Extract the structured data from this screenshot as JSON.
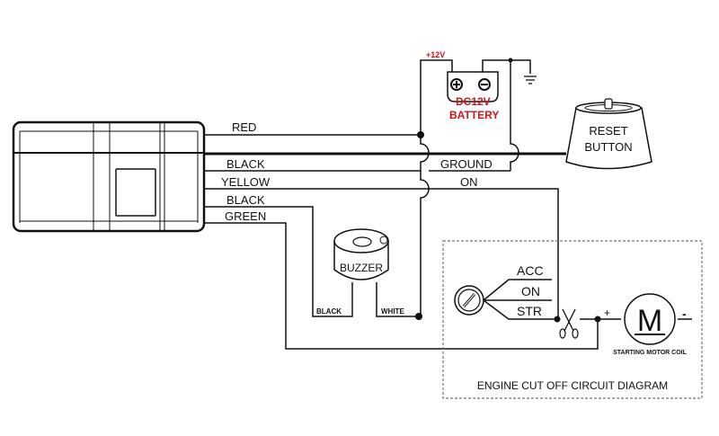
{
  "title": "Engine cut off wiring diagram",
  "wires": {
    "red": "RED",
    "black1": "BLACK",
    "yellow": "YELLOW",
    "black2": "BLACK",
    "green": "GREEN",
    "ground": "GROUND",
    "on": "ON"
  },
  "battery": {
    "positive_label": "+12V",
    "voltage": "DC12V",
    "name": "BATTERY",
    "plus_icon": "plus-circle-icon",
    "minus_icon": "minus-circle-icon"
  },
  "reset_button": {
    "line1": "RESET",
    "line2": "BUTTON"
  },
  "buzzer": {
    "name": "BUZZER",
    "black": "BLACK",
    "white": "WHITE"
  },
  "ignition": {
    "acc": "ACC",
    "on": "ON",
    "str": "STR"
  },
  "motor": {
    "symbol": "M",
    "plus": "+",
    "minus": "-",
    "label": "STARTING MOTOR COIL"
  },
  "cutoff_box_title": "ENGINE CUT OFF CIRCUIT DIAGRAM",
  "colors": {
    "battery_text": "#d0141b",
    "line": "#111111"
  }
}
